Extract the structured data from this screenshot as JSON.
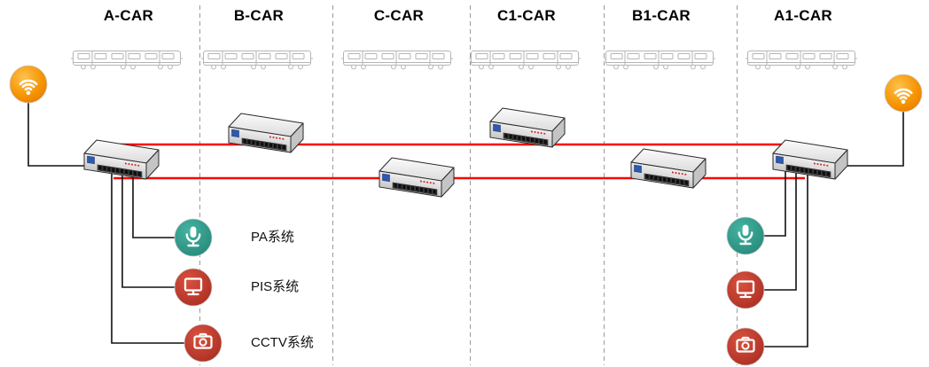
{
  "cars": [
    {
      "label": "A-CAR"
    },
    {
      "label": "B-CAR"
    },
    {
      "label": "C-CAR"
    },
    {
      "label": "C1-CAR"
    },
    {
      "label": "B1-CAR"
    },
    {
      "label": "A1-CAR"
    }
  ],
  "systems": [
    {
      "label": "PA系统",
      "color": "#2f9d8e"
    },
    {
      "label": "PIS系统",
      "color": "#c43c2b"
    },
    {
      "label": "CCTV系统",
      "color": "#c43c2b"
    }
  ],
  "colors": {
    "ring_line": "#ff0000",
    "wifi": "#f08200",
    "connector": "#111111",
    "separator": "#9a9a9a"
  }
}
